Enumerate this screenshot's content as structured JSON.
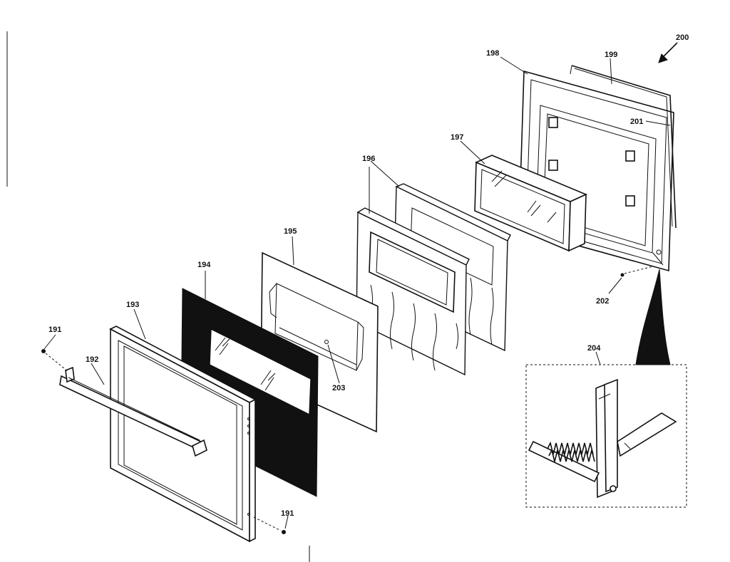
{
  "diagram": {
    "callouts": {
      "c191a": "191",
      "c191b": "191",
      "c192": "192",
      "c193": "193",
      "c194": "194",
      "c195": "195",
      "c196": "196",
      "c197": "197",
      "c198": "198",
      "c199": "199",
      "c200": "200",
      "c201": "201",
      "c202": "202",
      "c203": "203",
      "c204": "204"
    }
  }
}
